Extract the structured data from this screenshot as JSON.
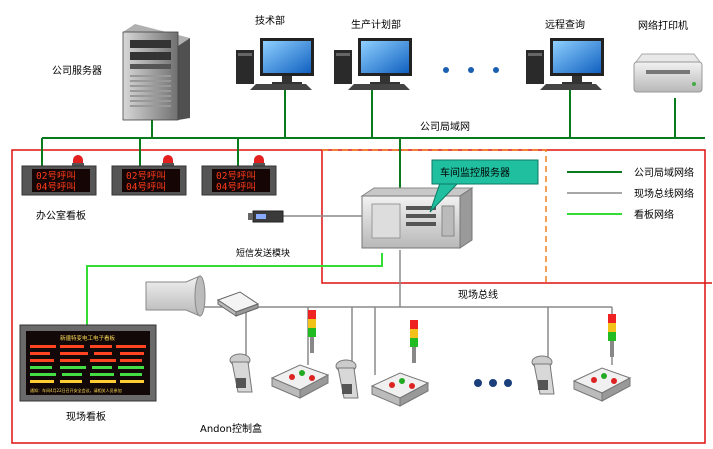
{
  "nodes": {
    "company_server": "公司服务器",
    "tech_dept": "技术部",
    "production_planning": "生产计划部",
    "remote_query": "远程查询",
    "network_printer": "网络打印机",
    "office_board": "办公室看板",
    "sms_module": "短信发送模块",
    "workshop_server": "车间监控服务器",
    "site_board": "现场看板",
    "andon_box": "Andon控制盒"
  },
  "networks": {
    "company_lan": "公司局域网",
    "field_bus": "现场总线"
  },
  "legend": [
    {
      "label": "公司局域网络",
      "color": "#0a7a1e"
    },
    {
      "label": "现场总线网络",
      "color": "#8a8a8a"
    },
    {
      "label": "看板网络",
      "color": "#33dd33"
    }
  ],
  "office_panels": [
    {
      "line1": "02号呼叫",
      "line2": "04号呼叫"
    },
    {
      "line1": "02号呼叫",
      "line2": "04号呼叫"
    },
    {
      "line1": "02号呼叫",
      "line2": "04号呼叫"
    }
  ],
  "site_board_header": "新疆特变电工电子看板",
  "site_board_footer": "通知：车间4月22日召开安全会议，请相关人员参加",
  "colors": {
    "lan": "#0a7a1e",
    "bus": "#8a8a8a",
    "board": "#33dd33",
    "red_border": "#dd1111",
    "orange_border": "#f08020",
    "callout_fill": "#1fbf9f"
  }
}
